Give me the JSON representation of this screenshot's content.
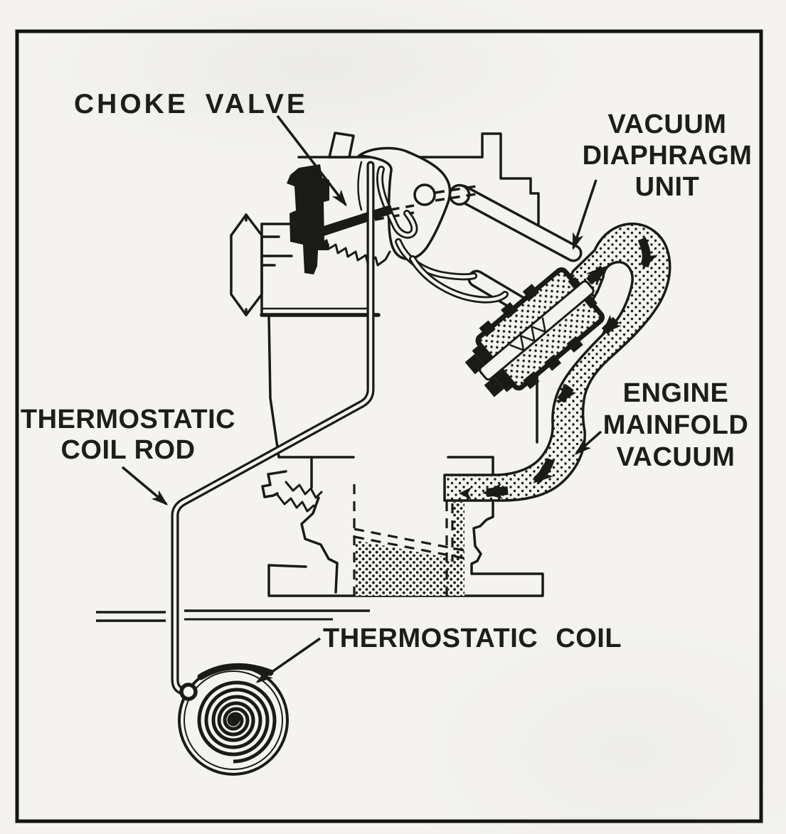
{
  "figure": {
    "title": "Automatic choke system diagram",
    "type": "carburetor cross-section line drawing",
    "paper_color": "#f4f3f0",
    "ink_color": "#1a1a18"
  },
  "labels": {
    "choke_valve": {
      "text": "CHOKE VALVE"
    },
    "vacuum_diaphragm_unit": {
      "lines": [
        "VACUUM",
        "DIAPHRAGM",
        "UNIT"
      ]
    },
    "engine_mainfold_vacuum": {
      "lines": [
        "ENGINE",
        "MAINFOLD",
        "VACUUM"
      ]
    },
    "thermostatic_coil_rod": {
      "lines": [
        "THERMOSTATIC",
        "COIL ROD"
      ]
    },
    "thermostatic_coil": {
      "text": "THERMOSTATIC COIL"
    }
  },
  "icons": {
    "flow_arrows": "bold black arrows showing vacuum flow through stippled passage",
    "leader_arrows": "label pointer arrows"
  }
}
